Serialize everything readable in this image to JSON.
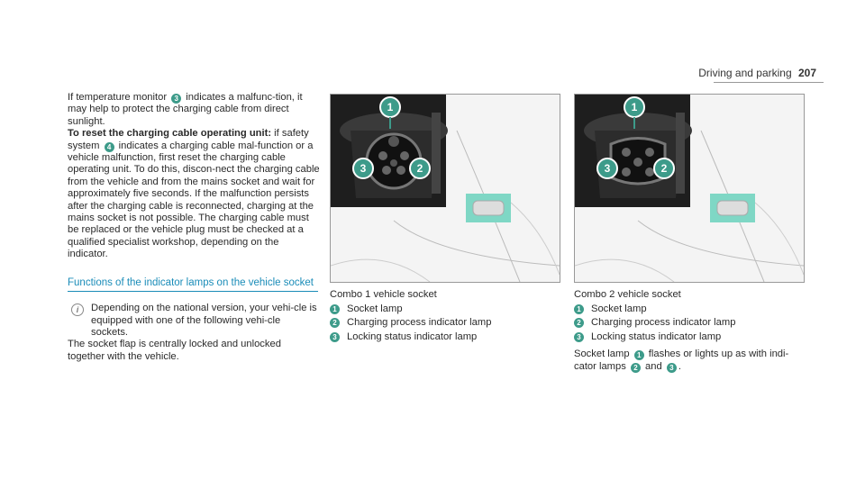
{
  "header": {
    "section": "Driving and parking",
    "page_number": "207"
  },
  "col1": {
    "p1_a": "If temperature monitor",
    "p1_num": "3",
    "p1_b": "indicates a malfunc-tion, it may help to protect the charging cable from direct sunlight.",
    "p2_bold": "To reset the charging cable operating unit:",
    "p2_a": "if safety system",
    "p2_num": "4",
    "p2_b": "indicates a charging cable mal-function or a vehicle malfunction, first reset the charging cable operating unit. To do this, discon-nect the charging cable from the vehicle and from the mains socket and wait for approximately five seconds. If the malfunction persists after the charging cable is reconnected, charging at the mains socket is not possible. The charging cable must be replaced or the vehicle plug must be checked at a qualified specialist workshop, depending on the indicator.",
    "section_title": "Functions of the indicator lamps on the vehicle socket",
    "note_text": "Depending on the national version, your vehi-cle is equipped with one of the following vehi-cle sockets.",
    "p3": "The socket flap is centrally locked and unlocked together with the vehicle."
  },
  "fig1": {
    "title": "Combo 1 vehicle socket",
    "items": [
      {
        "num": "1",
        "label": "Socket lamp"
      },
      {
        "num": "2",
        "label": "Charging process indicator lamp"
      },
      {
        "num": "3",
        "label": "Locking status indicator lamp"
      }
    ]
  },
  "fig2": {
    "title": "Combo 2 vehicle socket",
    "items": [
      {
        "num": "1",
        "label": "Socket lamp"
      },
      {
        "num": "2",
        "label": "Charging process indicator lamp"
      },
      {
        "num": "3",
        "label": "Locking status indicator lamp"
      }
    ],
    "note_a": "Socket lamp",
    "note_num1": "1",
    "note_b": "flashes or lights up as with indi-cator lamps",
    "note_num2": "2",
    "note_and": "and",
    "note_num3": "3",
    "note_end": "."
  },
  "callouts": {
    "c1": "1",
    "c2": "2",
    "c3": "3"
  },
  "colors": {
    "accent_teal": "#3d9b8a",
    "section_blue": "#1a8cb8"
  }
}
